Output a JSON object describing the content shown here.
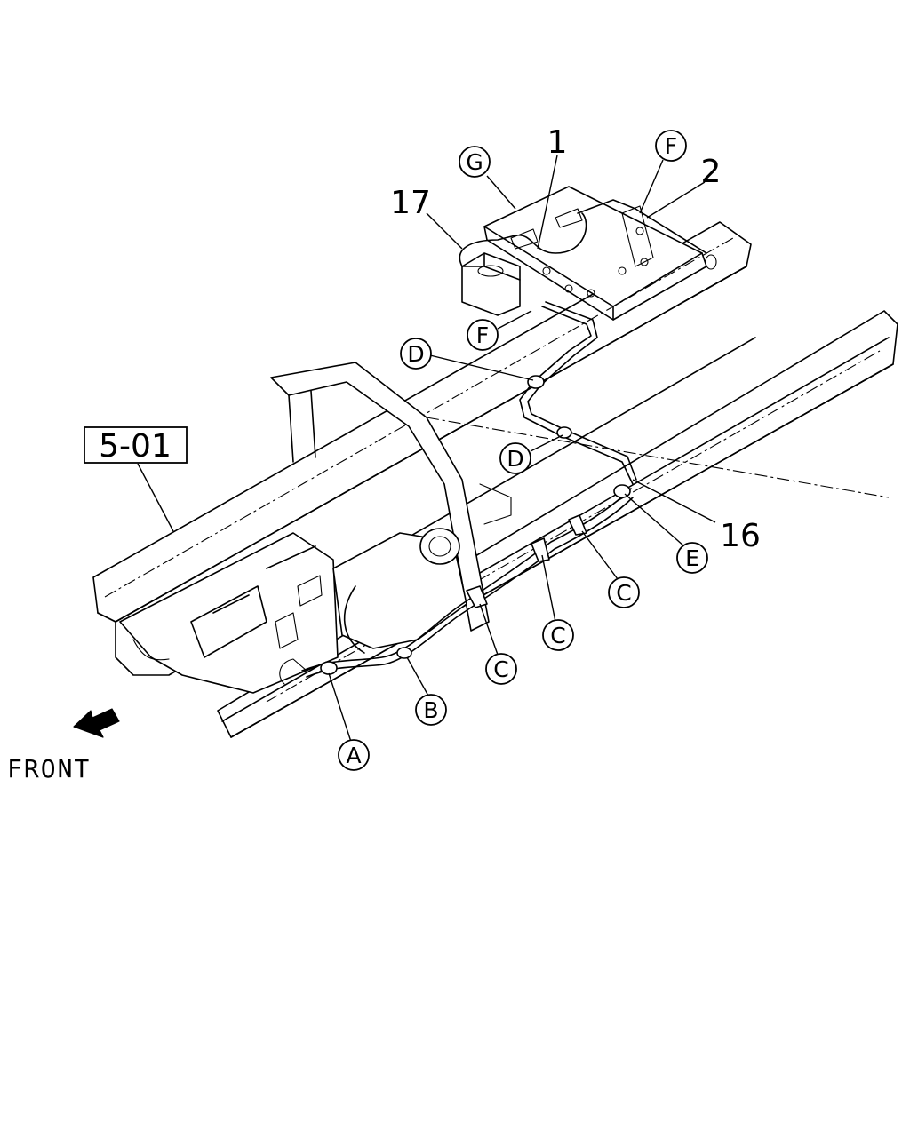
{
  "ref_box": {
    "label": "5-01"
  },
  "direction": {
    "label": "FRONT",
    "icon": "arrow-front-icon"
  },
  "part_numbers": [
    {
      "id": "part-1",
      "label": "1"
    },
    {
      "id": "part-2",
      "label": "2"
    },
    {
      "id": "part-16",
      "label": "16"
    },
    {
      "id": "part-17",
      "label": "17"
    }
  ],
  "callouts": [
    {
      "id": "callout-g",
      "label": "G"
    },
    {
      "id": "callout-f-top",
      "label": "F"
    },
    {
      "id": "callout-f-lower",
      "label": "F"
    },
    {
      "id": "callout-d-upper",
      "label": "D"
    },
    {
      "id": "callout-d-lower",
      "label": "D"
    },
    {
      "id": "callout-e",
      "label": "E"
    },
    {
      "id": "callout-c-1",
      "label": "C"
    },
    {
      "id": "callout-c-2",
      "label": "C"
    },
    {
      "id": "callout-c-3",
      "label": "C"
    },
    {
      "id": "callout-b",
      "label": "B"
    },
    {
      "id": "callout-a",
      "label": "A"
    }
  ]
}
